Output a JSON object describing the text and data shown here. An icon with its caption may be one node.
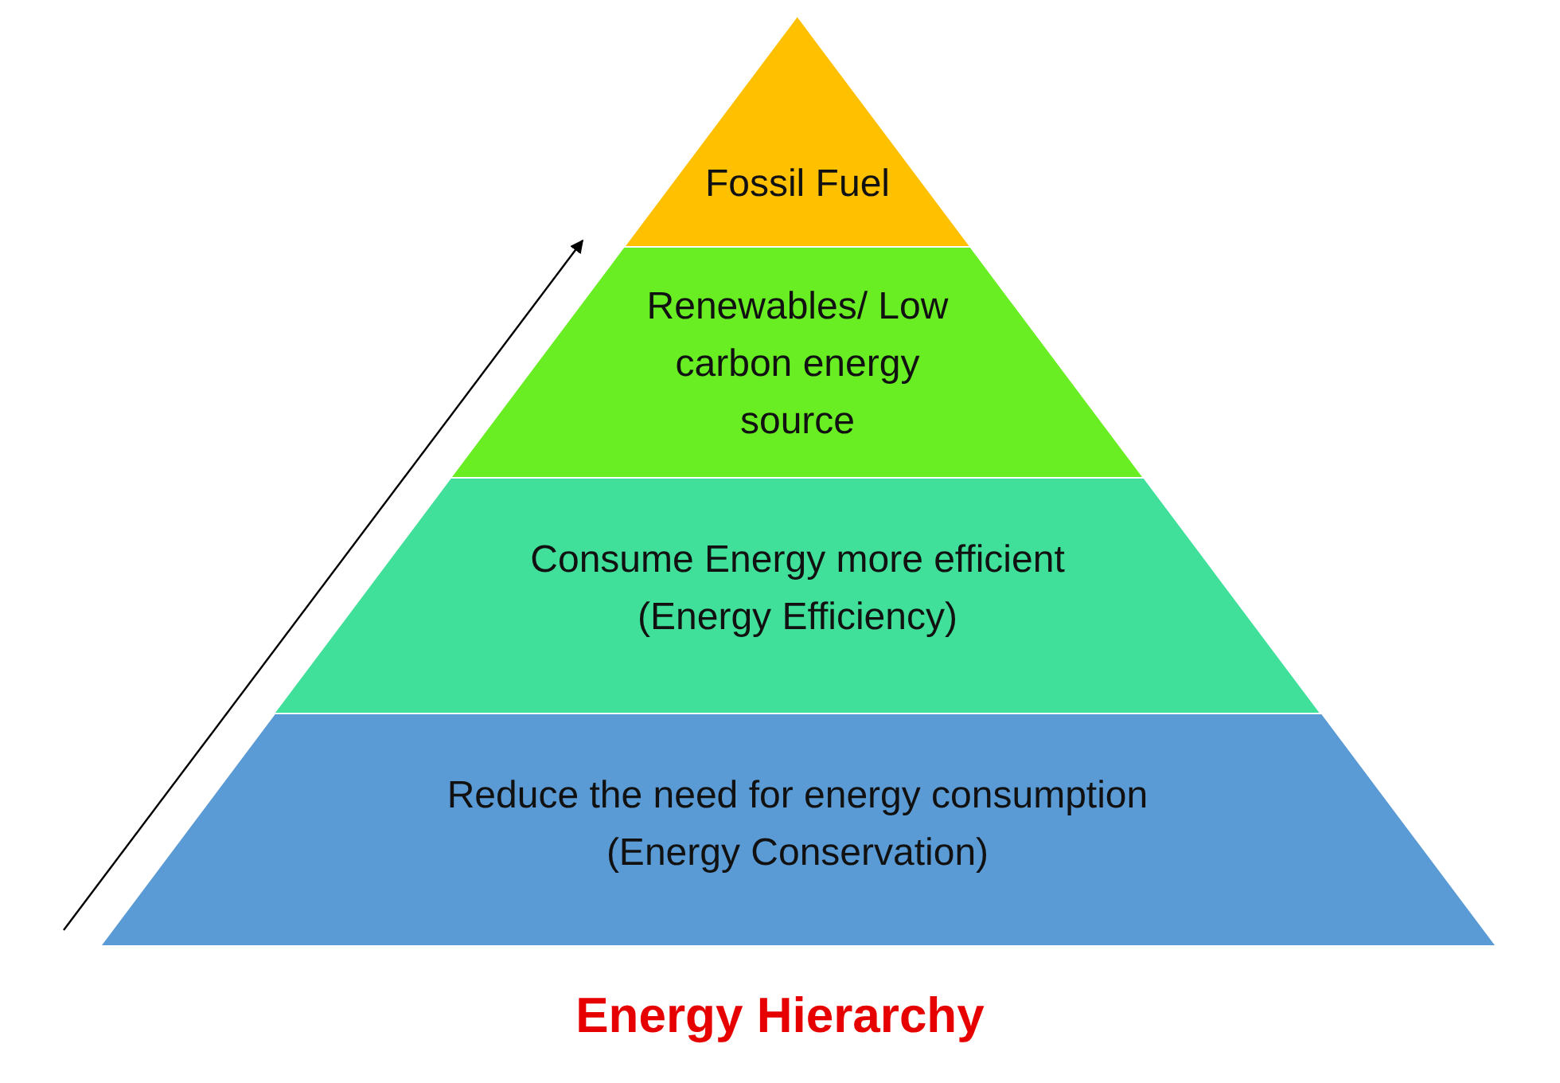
{
  "diagram": {
    "nodes": [
      {
        "text": [
          "Fossil Fuel"
        ]
      },
      {
        "text": [
          "Renewables/ Low carbon energy source"
        ]
      },
      {
        "text": [
          "Consume Energy more efficient",
          "(Energy Efficiency)"
        ]
      },
      {
        "text": [
          "Reduce the need for energy consumption",
          "(Energy Conservation)"
        ]
      }
    ],
    "edges": [],
    "caption": "Energy Hierarchy"
  }
}
